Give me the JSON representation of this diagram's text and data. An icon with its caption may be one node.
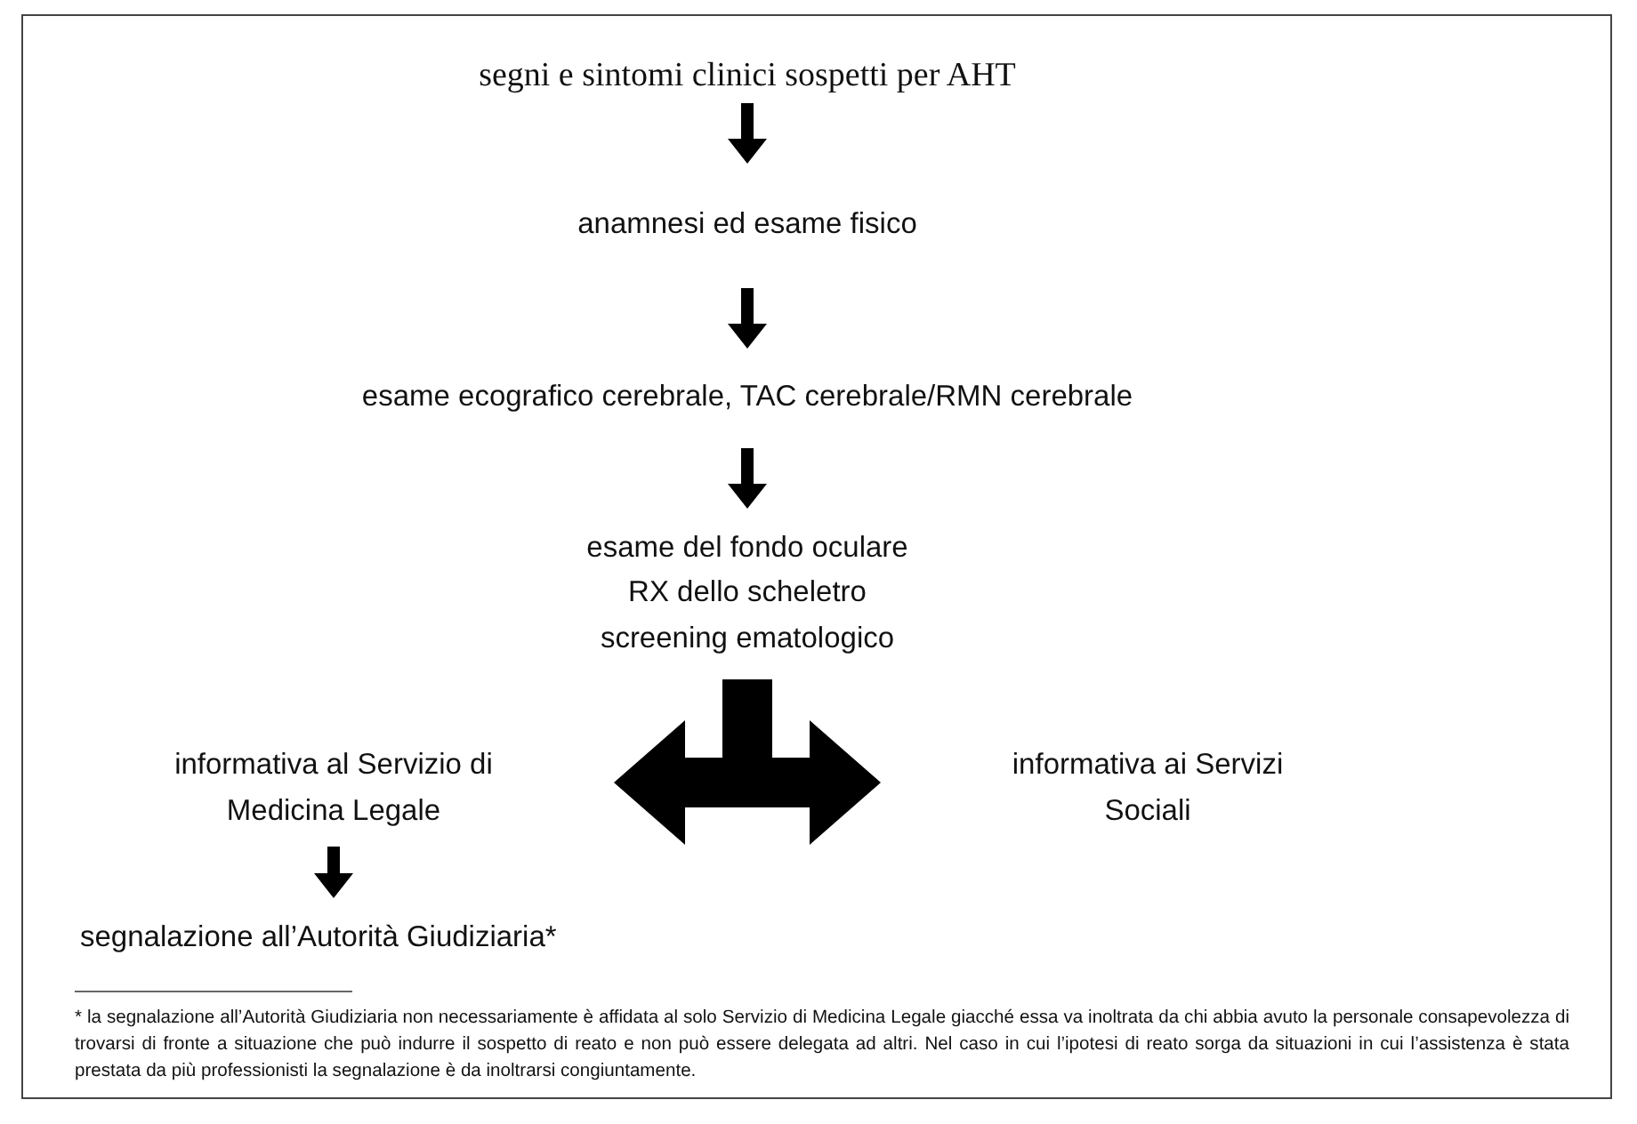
{
  "diagram": {
    "nodes": [
      {
        "text": [
          "segni e sintomi clinici sospetti per AHT"
        ]
      },
      {
        "text": [
          "anamnesi ed esame fisico"
        ]
      },
      {
        "text": [
          "esame ecografico cerebrale, TAC cerebrale/RMN cerebrale"
        ]
      },
      {
        "text": [
          "esame del fondo oculare",
          "RX dello scheletro",
          "screening ematologico"
        ]
      },
      {
        "text": [
          "informativa al Servizio di Medicina Legale"
        ]
      },
      {
        "text": [
          "informativa ai Servizi Sociali"
        ]
      },
      {
        "text": [
          "segnalazione all’Autorità Giudiziaria*"
        ]
      }
    ],
    "edges": [
      {
        "from": 0,
        "to": 1,
        "arrow": "to"
      },
      {
        "from": 1,
        "to": 2,
        "arrow": "to"
      },
      {
        "from": 2,
        "to": 3,
        "arrow": "to"
      },
      {
        "from": 3,
        "to": 4,
        "arrow": "to",
        "style": "thick"
      },
      {
        "from": 3,
        "to": 5,
        "arrow": "to",
        "style": "thick"
      },
      {
        "from": 4,
        "to": 6,
        "arrow": "to"
      }
    ],
    "labels": [
      "* la segnalazione all’Autorità Giudiziaria non necessariamente è affidata al solo Servizio di Medicina Legale giacché essa va inoltrata da chi abbia avuto la personale consapevolezza di trovarsi di fronte a situazione che può indurre il sospetto di reato e non può essere delegata ad altri. Nel caso in cui l’ipotesi di reato sorga da situazioni in cui l’assistenza è stata prestata da più professionisti la segnalazione è da inoltrarsi congiuntamente."
    ]
  }
}
